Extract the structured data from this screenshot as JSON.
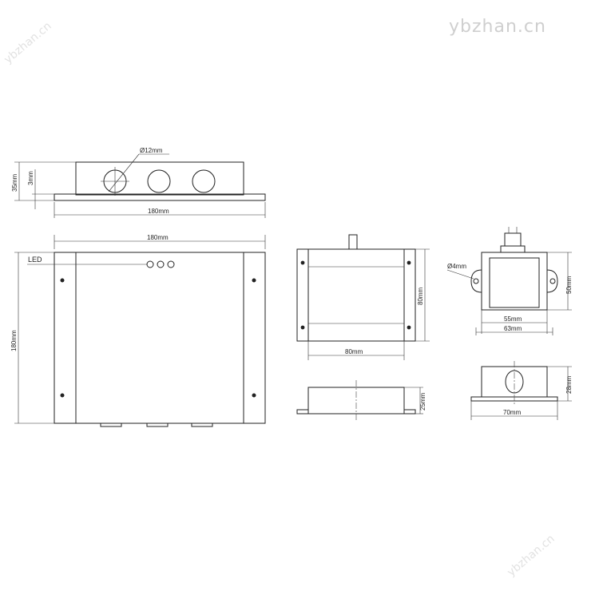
{
  "watermark": {
    "top": "ybzhan.cn",
    "diagonal": "ybzhan.cn"
  },
  "top_view": {
    "hole_dia": "Ø12mm",
    "height": "35mm",
    "flange": "3mm",
    "width": "180mm"
  },
  "front_view": {
    "width": "180mm",
    "height": "180mm",
    "led_label": "LED"
  },
  "mid_views": {
    "width": "80mm",
    "height": "80mm",
    "side_height": "25mm"
  },
  "right_views": {
    "hole_dia": "Ø4mm",
    "height": "50mm",
    "inner_width": "55mm",
    "outer_width": "63mm",
    "side_height": "28mm",
    "side_width": "70mm"
  }
}
